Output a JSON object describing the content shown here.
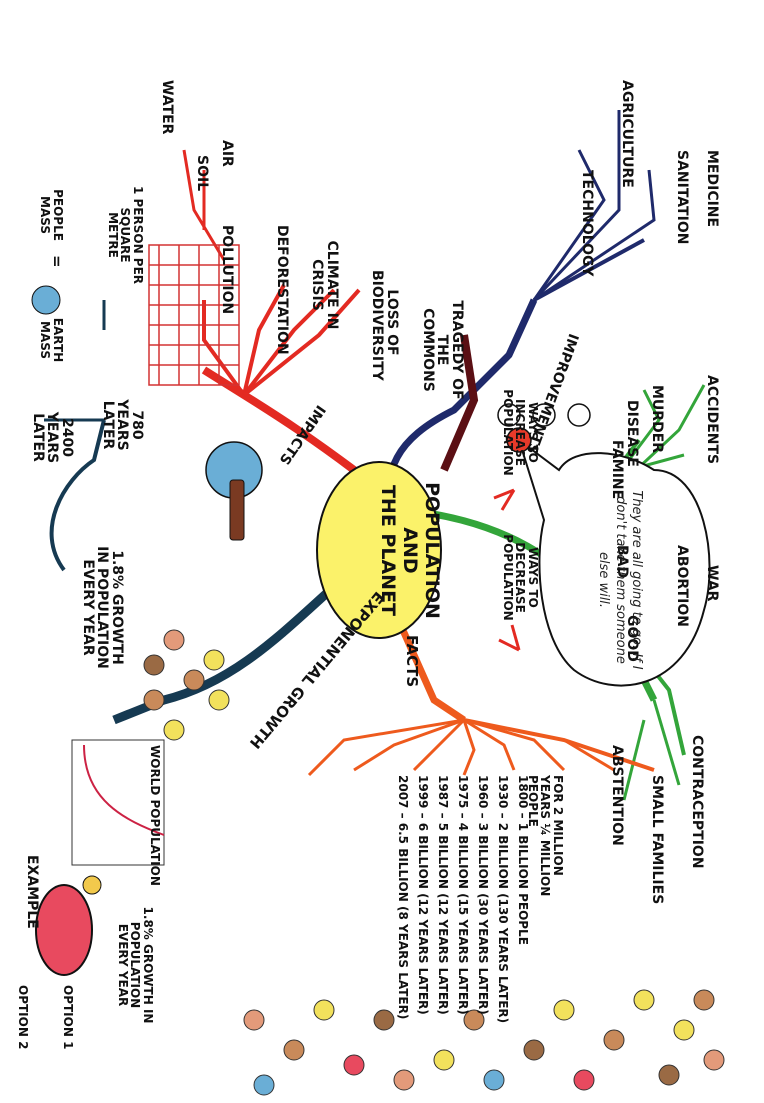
{
  "center": {
    "line1": "POPULATION",
    "line2": "AND",
    "line3": "THE PLANET"
  },
  "branches": {
    "improvements": {
      "label": "IMPROVEMENTS",
      "items": [
        "MEDICINE",
        "SANITATION",
        "AGRICULTURE",
        "TECHNOLOGY"
      ]
    },
    "ways_increase": {
      "label": "WAYS TO INCREASE POPULATION"
    },
    "ways_decrease": {
      "label": "WAYS TO DECREASE POPULATION"
    },
    "bad": {
      "label": "BAD",
      "items": [
        "ACCIDENTS",
        "MURDER",
        "DISEASE",
        "FAMINE",
        "ABORTION",
        "WAR"
      ]
    },
    "good": {
      "label": "GOOD",
      "items": [
        "CONTRACEPTION",
        "SMALL FAMILIES",
        "ABSTENTION"
      ]
    },
    "tragedy": {
      "label": "TRAGEDY OF THE COMMONS",
      "quote": "They are all going to go. If I don't take them someone else will."
    },
    "impacts": {
      "label": "IMPACTS",
      "items": [
        "LOSS OF BIODIVERSITY",
        "CLIMATE IN CRISIS",
        "DEFORESTATION",
        "POLLUTION"
      ],
      "pollution_items": [
        "AIR",
        "SOIL",
        "WATER"
      ]
    },
    "exponential": {
      "label": "EXPONENTIAL GROWTH",
      "growth_text": "1.8% GROWTH IN POPULATION EVERY YEAR",
      "years_780": "780 YEARS LATER",
      "years_2400": "2400 YEARS LATER",
      "person_metre": "1 PERSON PER SQUARE METRE",
      "people_mass": "PEOPLE MASS",
      "equals": "=",
      "earth_mass": "EARTH MASS"
    },
    "facts": {
      "label": "FACTS",
      "items": [
        "FOR 2 MILLION YEARS ¼ MILLION PEOPLE",
        "1800 – 1 BILLION PEOPLE",
        "1930 – 2 BILLION (130 YEARS LATER)",
        "1960 – 3 BILLION (30 YEARS LATER)",
        "1975 – 4 BILLION (15 YEARS LATER)",
        "1987 – 5 BILLION (12 YEARS LATER)",
        "1999 – 6 BILLION (12 YEARS LATER)",
        "2007 – 6.5 BILLION (8 YEARS LATER)"
      ]
    },
    "example": {
      "label": "EXAMPLE",
      "chart_title": "WORLD POPULATION",
      "growth_text": "1.8% GROWTH IN POPULATION EVERY YEAR",
      "option1": "OPTION 1",
      "option2": "OPTION 2"
    }
  },
  "colors": {
    "navy": "#1f2a6b",
    "green": "#33a53a",
    "red": "#e32a22",
    "orange": "#ee5a1d",
    "maroon": "#5b0f14",
    "teal_dark": "#163a52",
    "center_fill": "#fbf26a"
  }
}
